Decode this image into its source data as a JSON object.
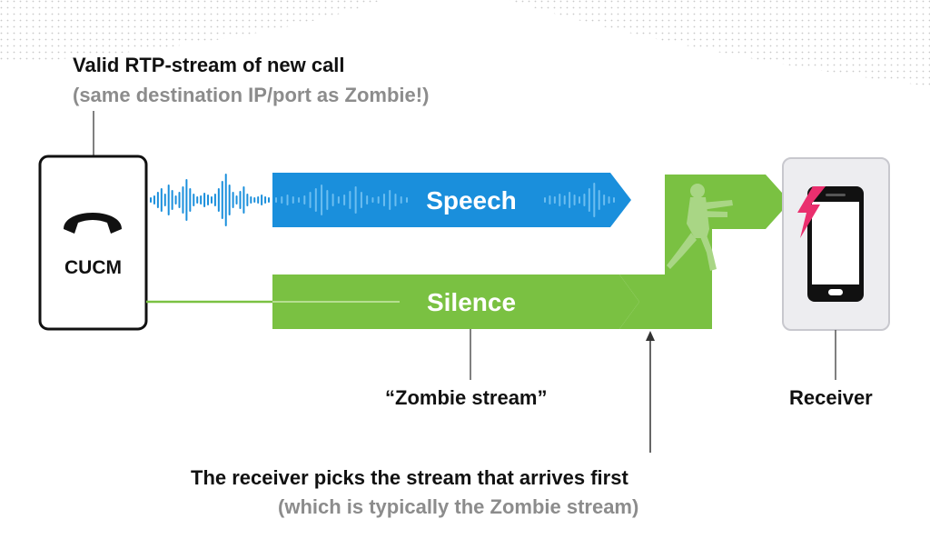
{
  "header": {
    "title": "Valid RTP-stream of new call",
    "subtitle": "(same destination IP/port as Zombie!)"
  },
  "sender": {
    "label": "CUCM",
    "icon": "phone-handset-icon"
  },
  "streams": {
    "speech": {
      "label": "Speech",
      "color": "#1a8fdc"
    },
    "silence": {
      "label": "Silence",
      "color": "#7ac142"
    }
  },
  "zombie_label": "“Zombie stream”",
  "receiver": {
    "label": "Receiver",
    "icon": "smartphone-icon",
    "accent": "#ea2f6e"
  },
  "note": {
    "main": "The receiver picks the stream that arrives first",
    "sub": "(which is typically the Zombie stream)"
  },
  "colors": {
    "text": "#111111",
    "muted": "#8c8c8c",
    "connector": "#555555"
  }
}
